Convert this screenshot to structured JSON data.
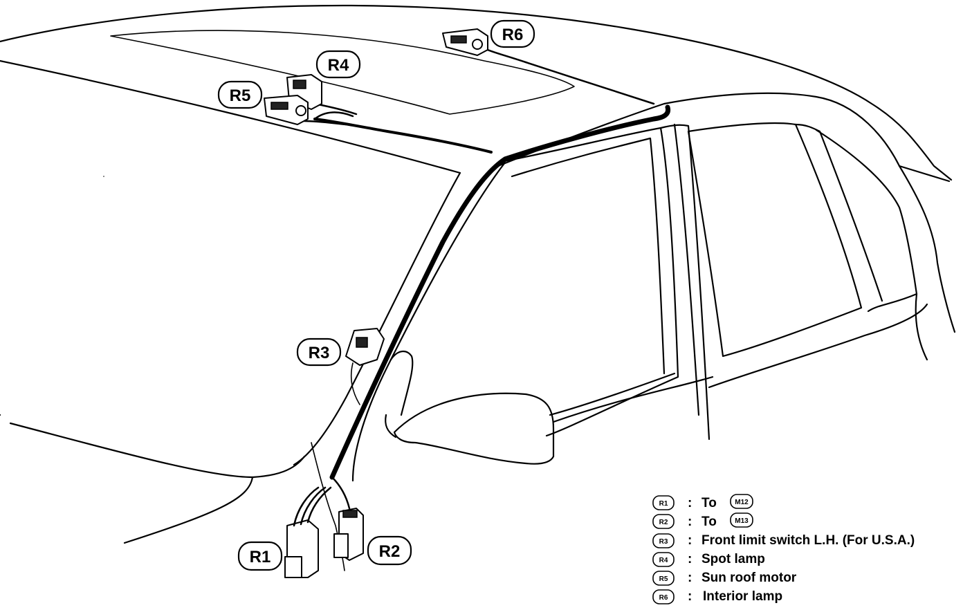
{
  "callouts": {
    "r1": "R1",
    "r2": "R2",
    "r3": "R3",
    "r4": "R4",
    "r5": "R5",
    "r6": "R6"
  },
  "legend": {
    "separator": ":",
    "items": [
      {
        "code": "R1",
        "text": "To",
        "ref": "M12"
      },
      {
        "code": "R2",
        "text": "To",
        "ref": "M13"
      },
      {
        "code": "R3",
        "text": "Front limit switch L.H. (For U.S.A.)"
      },
      {
        "code": "R4",
        "text": "Spot lamp"
      },
      {
        "code": "R5",
        "text": "Sun roof motor"
      },
      {
        "code": "R6",
        "text": "Interior lamp"
      }
    ]
  }
}
